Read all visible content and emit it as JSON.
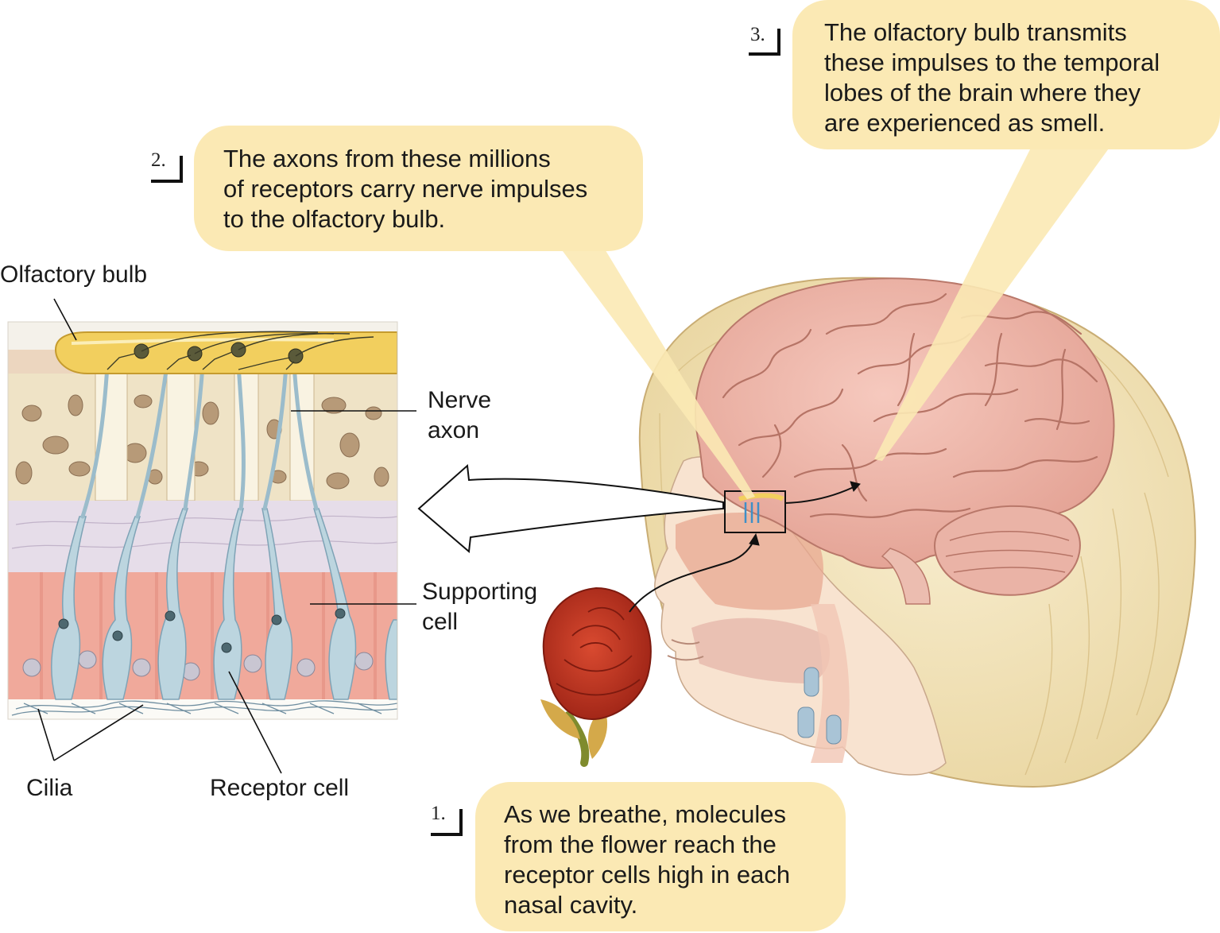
{
  "steps": [
    {
      "number": "1.",
      "lines": [
        "As we breathe, molecules",
        "from the flower reach the",
        "receptor cells high in each",
        "nasal cavity."
      ]
    },
    {
      "number": "2.",
      "lines": [
        "The axons from these millions",
        "of receptors carry nerve impulses",
        "to the olfactory bulb."
      ]
    },
    {
      "number": "3.",
      "lines": [
        "The olfactory bulb transmits",
        "these impulses to the temporal",
        "lobes of the brain where they",
        "are experienced as smell."
      ]
    }
  ],
  "labels": {
    "olfactory_bulb": "Olfactory bulb",
    "nerve_axon": [
      "Nerve",
      "axon"
    ],
    "supporting_cell": [
      "Supporting",
      "cell"
    ],
    "cilia": "Cilia",
    "receptor_cell": "Receptor cell"
  },
  "colors": {
    "callout": "#fbe9b4",
    "bone": "#efe3c6",
    "bone_cavity": "#b79a78",
    "bulb": "#f2cf5e",
    "receptor": "#bcd5df",
    "supporting": "#f0a99b",
    "connective": "#e6dde9",
    "brain": "#f0b7ac",
    "hair": "#f3e4b8",
    "skin": "#f8e3d0",
    "rose": "#c9331f"
  }
}
